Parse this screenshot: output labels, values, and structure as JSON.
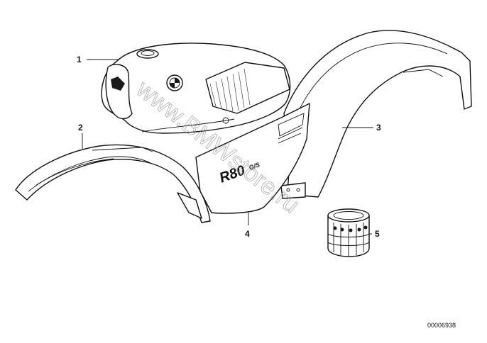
{
  "callouts": [
    {
      "id": "1",
      "label": "1"
    },
    {
      "id": "2",
      "label": "2"
    },
    {
      "id": "3",
      "label": "3"
    },
    {
      "id": "4",
      "label": "4"
    },
    {
      "id": "5",
      "label": "5"
    }
  ],
  "decal_text": "R80",
  "decal_suffix": "G/S",
  "watermark": "www.BMWstore.ru",
  "reference_number": "00006938",
  "colors": {
    "line": "#111111",
    "background": "#ffffff",
    "watermark": "#9a9a9a"
  }
}
